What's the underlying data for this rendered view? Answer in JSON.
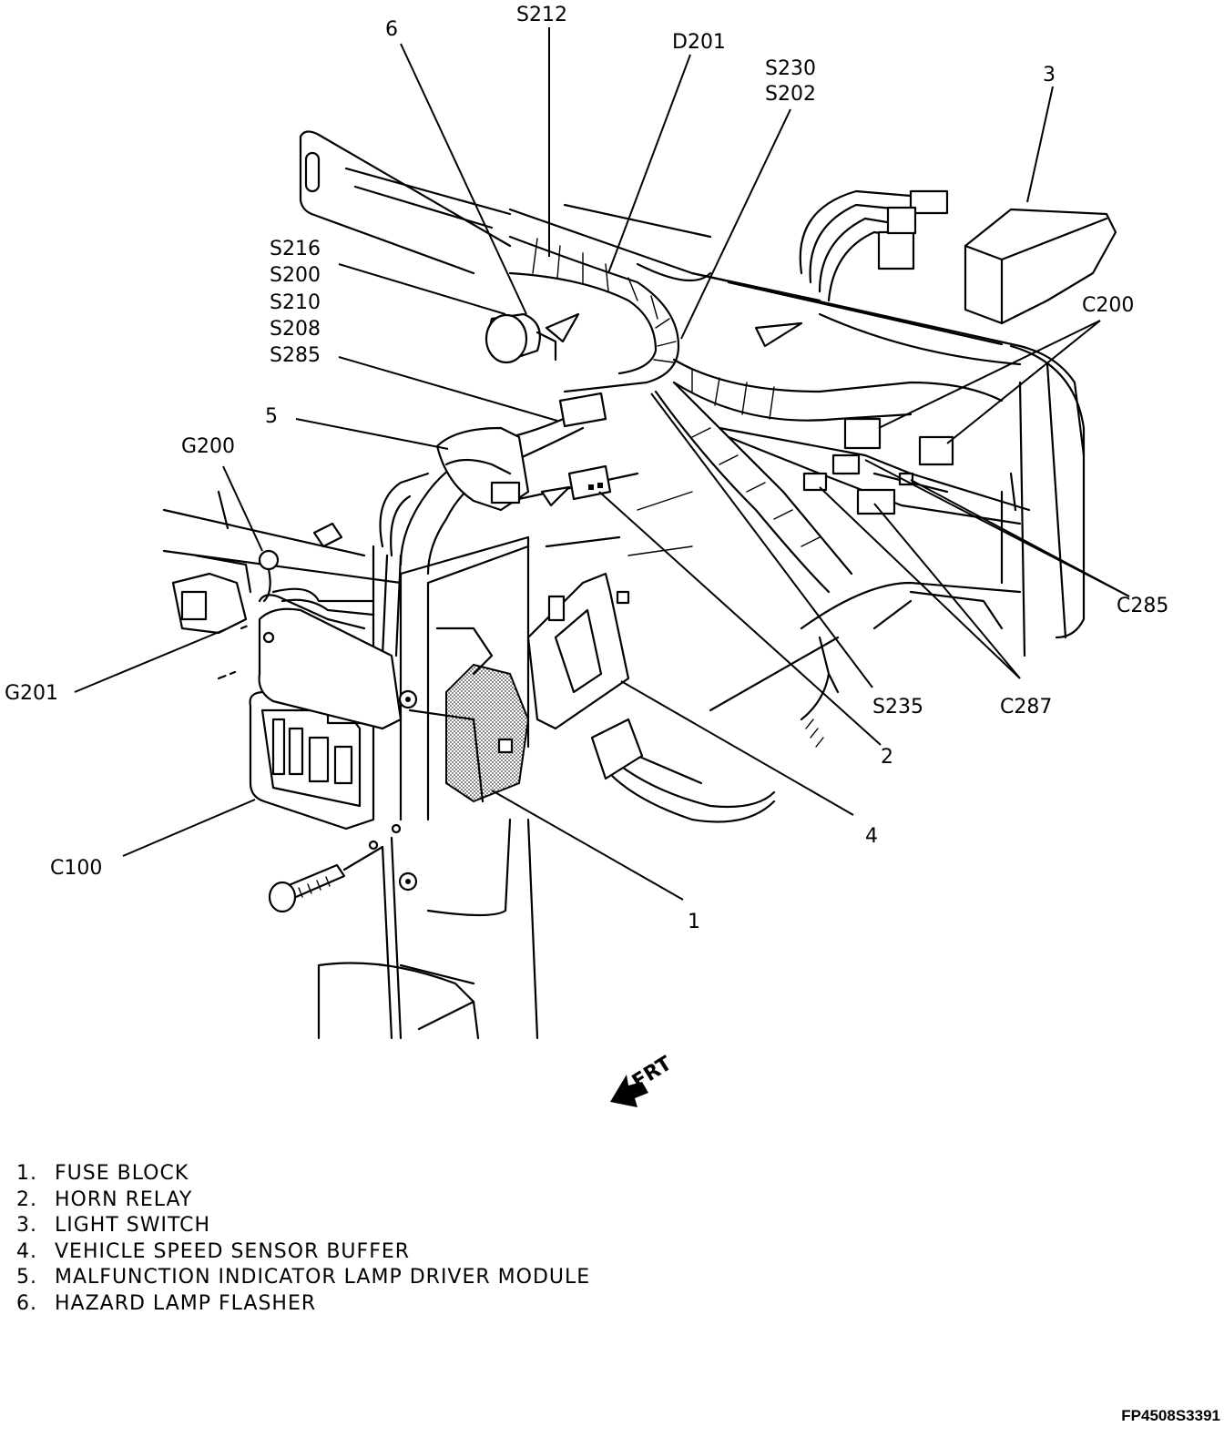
{
  "callouts": {
    "c6": "6",
    "s212": "S212",
    "d201": "D201",
    "s230": "S230",
    "s202": "S202",
    "c3": "3",
    "s216": "S216",
    "s200": "S200",
    "s210": "S210",
    "s208": "S208",
    "s285": "S285",
    "c200": "C200",
    "c5": "5",
    "g200": "G200",
    "c285": "C285",
    "g201": "G201",
    "s235": "S235",
    "c287": "C287",
    "c2": "2",
    "c4": "4",
    "c100": "C100",
    "c1": "1",
    "frt": "FRT"
  },
  "legend": [
    {
      "num": "1.",
      "label": "FUSE BLOCK"
    },
    {
      "num": "2.",
      "label": "HORN RELAY"
    },
    {
      "num": "3.",
      "label": "LIGHT SWITCH"
    },
    {
      "num": "4.",
      "label": "VEHICLE SPEED SENSOR BUFFER"
    },
    {
      "num": "5.",
      "label": "MALFUNCTION INDICATOR LAMP DRIVER MODULE"
    },
    {
      "num": "6.",
      "label": "HAZARD LAMP FLASHER"
    }
  ],
  "figure_id": "FP4508S3391"
}
